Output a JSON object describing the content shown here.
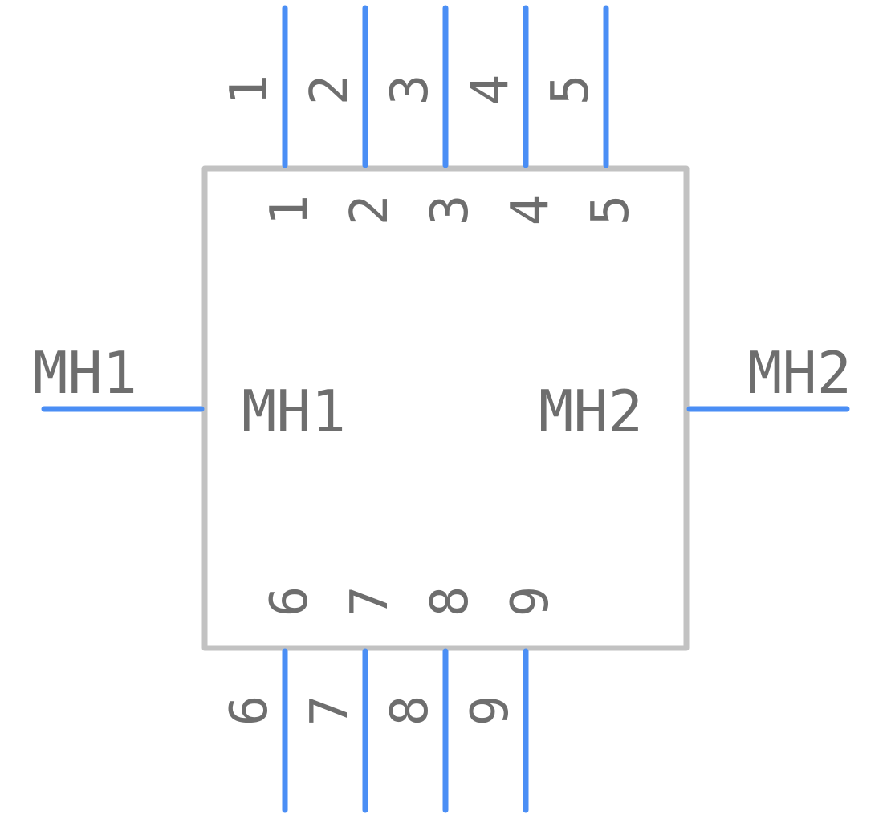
{
  "component": {
    "outline_color": "#c2c2c2",
    "pin_color": "#4a8ef5",
    "text_color": "#6e6e6e",
    "top_pins": [
      "1",
      "2",
      "3",
      "4",
      "5"
    ],
    "bottom_pins": [
      "6",
      "7",
      "8",
      "9"
    ],
    "side_pins": {
      "left": "MH1",
      "right": "MH2"
    }
  }
}
